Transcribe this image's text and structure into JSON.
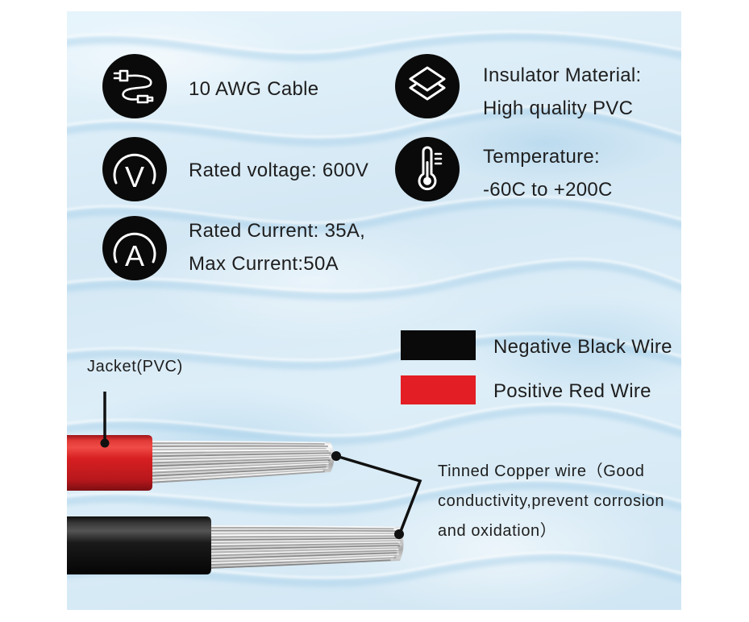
{
  "specs": [
    {
      "icon": "cable-icon",
      "lines": [
        "10 AWG Cable"
      ]
    },
    {
      "icon": "voltage-icon",
      "glyph": "V",
      "lines": [
        "Rated voltage: 600V"
      ]
    },
    {
      "icon": "current-icon",
      "glyph": "A",
      "lines": [
        "Rated Current: 35A,",
        "Max Current:50A"
      ]
    },
    {
      "icon": "layers-icon",
      "lines": [
        "Insulator Material:",
        "High quality PVC"
      ]
    },
    {
      "icon": "thermometer-icon",
      "lines": [
        "Temperature:",
        "-60C to +200C"
      ]
    }
  ],
  "legend": [
    {
      "label": "Negative Black Wire",
      "color": "#0a0a0a"
    },
    {
      "label": "Positive Red Wire",
      "color": "#e31e24"
    }
  ],
  "callouts": {
    "jacket": "Jacket(PVC)",
    "copper_lines": [
      "Tinned Copper wire（Good",
      "conductivity,prevent corrosion",
      "and oxidation）"
    ]
  },
  "colors": {
    "background": "#d9ebf6",
    "icon_circle": "#0a0a0a",
    "icon_stroke": "#ffffff",
    "text": "#1e1e1e",
    "red_jacket": "#d71f22",
    "black_jacket": "#1a1a1a"
  }
}
